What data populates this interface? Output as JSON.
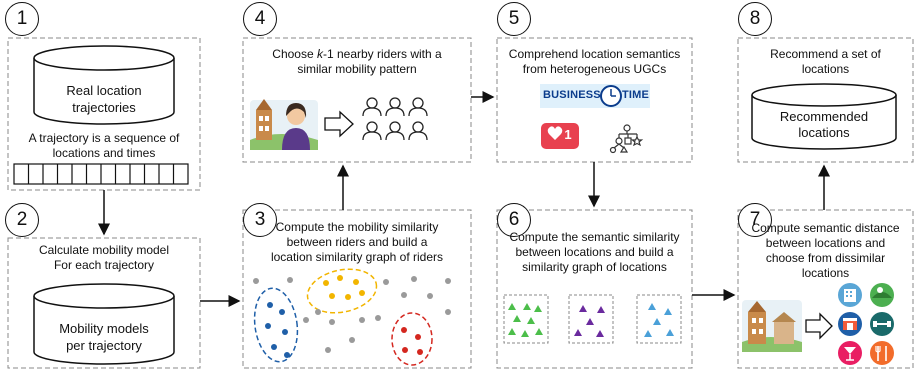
{
  "steps": [
    {
      "number": "1",
      "text_a": "Real location",
      "text_b": "trajectories",
      "text_c": "A trajectory is a sequence of",
      "text_d": "locations and times"
    },
    {
      "number": "2",
      "text_a": "Calculate mobility model",
      "text_b": "For each trajectory",
      "text_c": "Mobility models",
      "text_d": "per trajectory"
    },
    {
      "number": "3",
      "line1": "Compute the mobility similarity",
      "line2": "between riders and build a",
      "line3": "location similarity graph of riders"
    },
    {
      "number": "4",
      "line1_pre": "Choose ",
      "line1_k": "k",
      "line1_post": "-1 nearby riders with a",
      "line2": "similar mobility pattern"
    },
    {
      "number": "5",
      "line1": "Comprehend location semantics",
      "line2": "from heterogeneous UGCs",
      "business": "BUSINESS",
      "time": "TIME",
      "like_count": "1"
    },
    {
      "number": "6",
      "line1": "Compute the semantic similarity",
      "line2": "between locations and build a",
      "line3": "similarity graph of locations"
    },
    {
      "number": "7",
      "line1": "Compute semantic distance",
      "line2": "between locations and",
      "line3": "choose from dissimilar",
      "line4": "locations"
    },
    {
      "number": "8",
      "line1": "Recommend a set of",
      "line2": "locations",
      "db_line1": "Recommended",
      "db_line2": "locations"
    }
  ],
  "colors": {
    "blue": "#1f5fa8",
    "yellow": "#f2b500",
    "red": "#d4271f",
    "gray": "#9a9a9a",
    "green": "#4cbe4a",
    "purple": "#6a2a9e",
    "lightblue": "#4aa0d8"
  }
}
